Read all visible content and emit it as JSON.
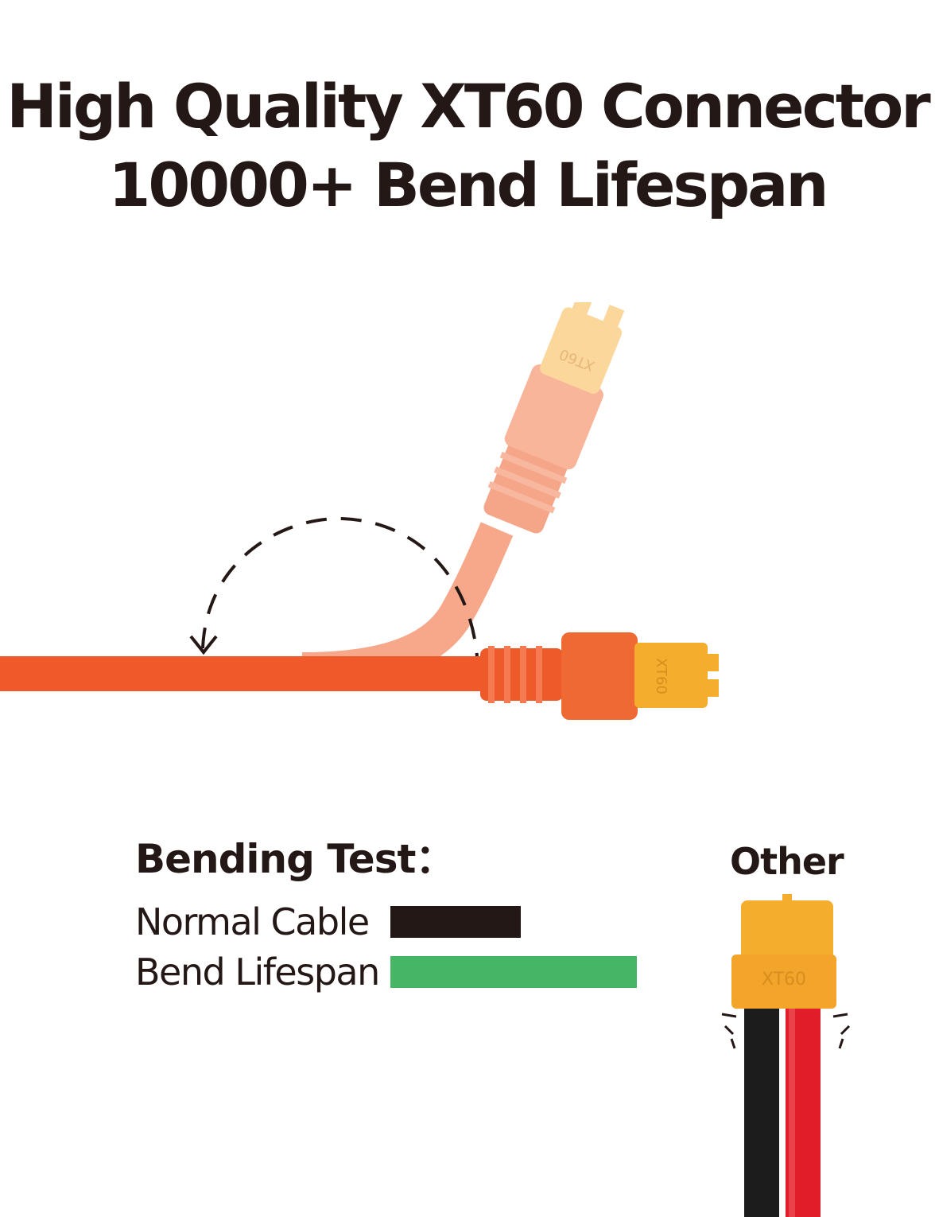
{
  "headline": {
    "line1": "High Quality XT60 Connector",
    "line2": "10000+ Bend Lifespan"
  },
  "connector_marking": "XT60",
  "bending_test": {
    "heading": "Bending Test：",
    "items": [
      {
        "label": "Normal Cable",
        "color": "#231815",
        "relative_length": 0.53
      },
      {
        "label": "Bend Lifespan",
        "color": "#47b566",
        "relative_length": 1.0
      }
    ]
  },
  "other": {
    "label": "Other"
  },
  "colors": {
    "cable_orange": "#f0592a",
    "cable_orange_faded": "#f7a88a",
    "connector_yellow": "#f5ad2e",
    "connector_yellow_faded": "#fbd79b",
    "text_dark": "#231815",
    "wire_red": "#e11d2a",
    "wire_black": "#1c1c1c"
  }
}
